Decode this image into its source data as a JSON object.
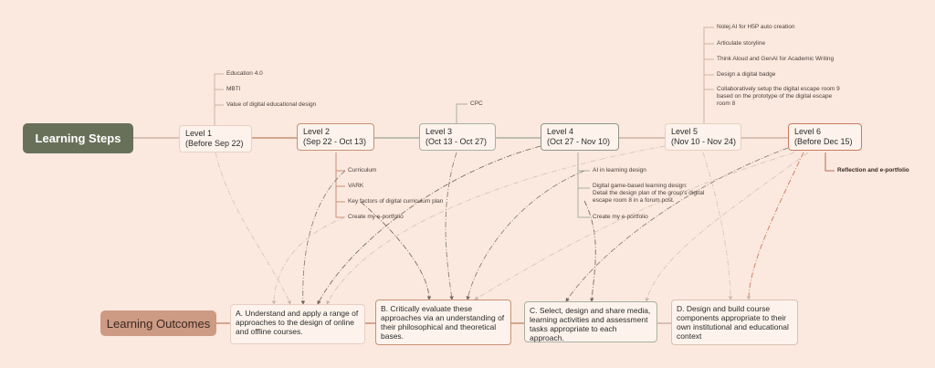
{
  "roots": {
    "steps": "Learning Steps",
    "outcomes": "Learning Outcomes"
  },
  "levels": [
    {
      "line1": "Level 1",
      "line2": "(Before Sep 22)"
    },
    {
      "line1": "Level 2",
      "line2": "(Sep 22 - Oct 13)"
    },
    {
      "line1": "Level 3",
      "line2": "(Oct 13 - Oct 27)"
    },
    {
      "line1": "Level 4",
      "line2": "(Oct 27 - Nov 10)"
    },
    {
      "line1": "Level 5",
      "line2": "(Nov 10 - Nov 24)"
    },
    {
      "line1": "Level 6",
      "line2": "(Before Dec 15)"
    }
  ],
  "leaves": {
    "level1": [
      "Education 4.0",
      "MBTI",
      "Value of digital educational design"
    ],
    "level2": [
      "Curriculum",
      "VARK",
      "Key factors of digital curriculum plan",
      "Create my e-portfolio"
    ],
    "level3": [
      "CPC"
    ],
    "level4": [
      "AI in learning design",
      "Digital game-based learning design:",
      "Detail the design plan of the group's digital",
      "escape room 8 in a forum post.",
      "Create my e-portfolio"
    ],
    "level5": [
      "Nolej AI for H5P auto creation",
      "Articulate storyline",
      "Think Aloud and GenAI for Academic Writing",
      "Design a digital badge",
      "Collaboratively setup the digital escape room 9",
      "based on the prototype of the digital escape",
      "room 8"
    ],
    "level6": [
      "Reflection and e-portfolio"
    ]
  },
  "outcomes": [
    {
      "text": "A. Understand and apply a range of approaches to the design of online and offline courses."
    },
    {
      "text": "B. Critically evaluate these approaches via an understanding of their philosophical and theoretical bases."
    },
    {
      "text": "C. Select, design and share media, learning activities and assessment tasks appropriate to each approach."
    },
    {
      "text": "D. Design and build course components appropriate to their own institutional and educational context"
    }
  ],
  "colors": {
    "background": "#fbe9df",
    "steps_root": "#697059",
    "outcomes_root": "#cd9a83",
    "connector": "#bfa89c",
    "dashed_link": "#cfbfb4",
    "link_dark": "#7c7c6e"
  }
}
